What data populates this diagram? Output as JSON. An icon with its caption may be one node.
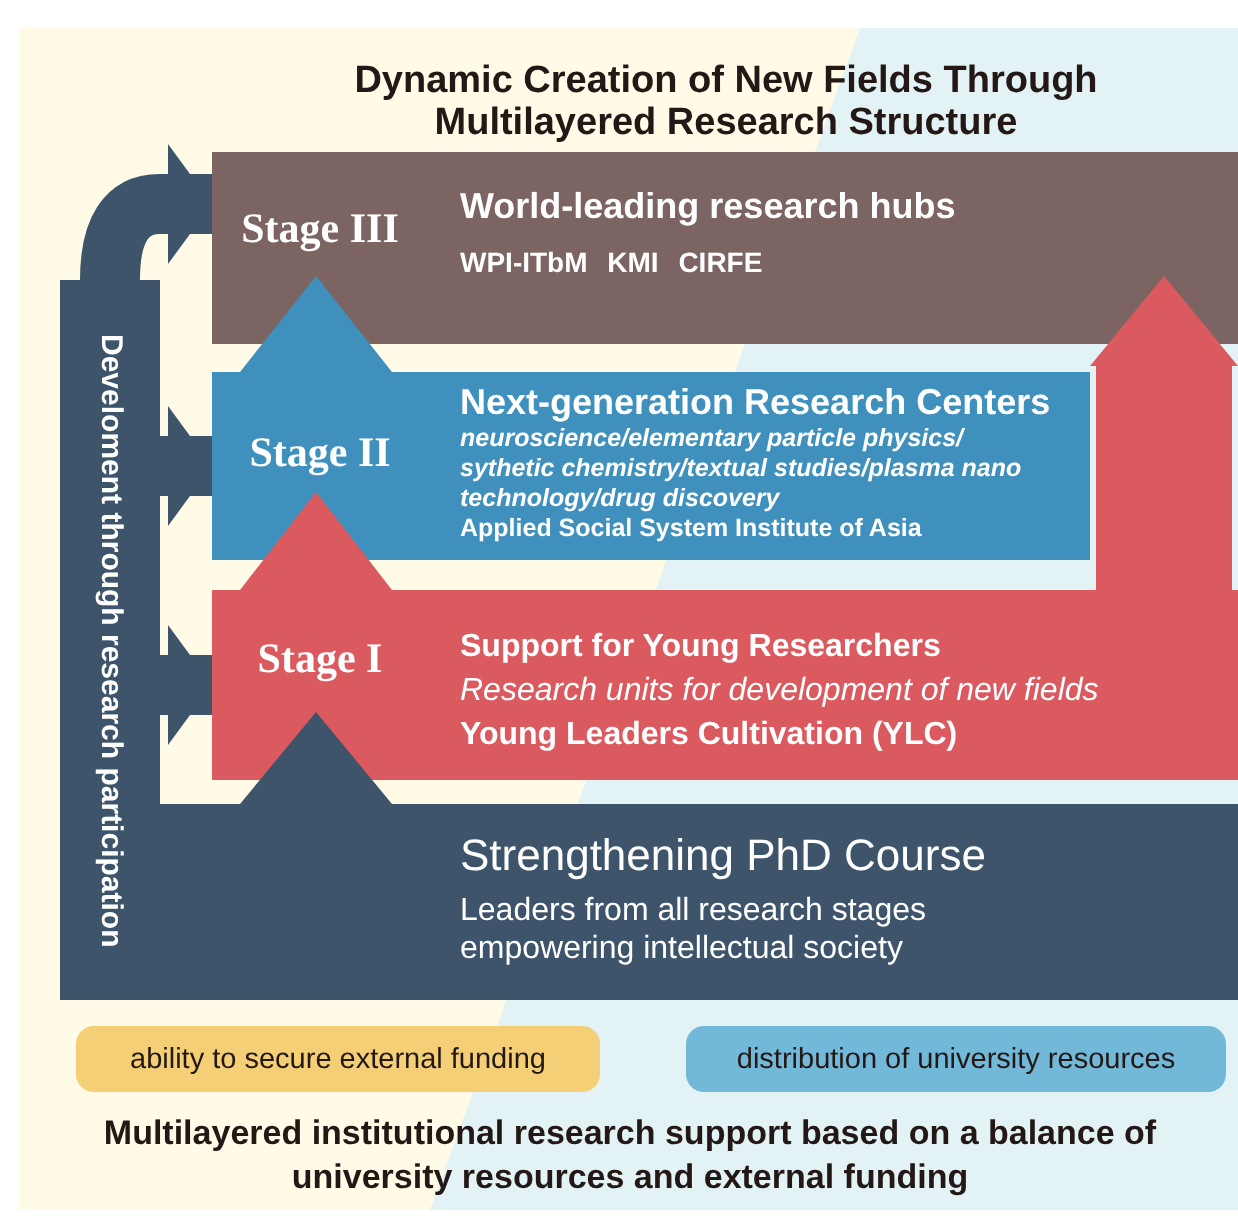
{
  "diagram": {
    "title": "Dynamic Creation of New Fields Through Multilayered Research Structure",
    "caption": "Multilayered institutional research support based on a balance of university resources and external funding",
    "nodes": [
      {
        "text": [
          "Stage III",
          "World-leading research hubs",
          "WPI-ITbM KMI CIRFE"
        ]
      },
      {
        "text": [
          "Stage II",
          "Next-generation Research Centers",
          "neuroscience/elementary particle physics/ sythetic chemistry/textual studies/plasma nano technology/drug discovery",
          "Applied Social System Institute of Asia"
        ]
      },
      {
        "text": [
          "Stage I",
          "Support for Young Researchers",
          "Research units for development of new fields",
          "Young Leaders Cultivation (YLC)"
        ]
      },
      {
        "text": [
          "Strengthening PhD Course",
          "Leaders from all research stages empowering intellectual society"
        ]
      },
      {
        "text": [
          "Develoment through research participation"
        ]
      },
      {
        "text": [
          "ability to secure external funding"
        ]
      },
      {
        "text": [
          "distribution of university resources"
        ]
      }
    ],
    "edges": [
      {
        "from": 4,
        "to": 0,
        "arrow": "to"
      },
      {
        "from": 4,
        "to": 1,
        "arrow": "to"
      },
      {
        "from": 4,
        "to": 2,
        "arrow": "to"
      },
      {
        "from": 3,
        "to": 2,
        "arrow": "to"
      },
      {
        "from": 2,
        "to": 1,
        "arrow": "to"
      },
      {
        "from": 1,
        "to": 0,
        "arrow": "to"
      },
      {
        "from": 2,
        "to": 0,
        "arrow": "to"
      }
    ]
  }
}
